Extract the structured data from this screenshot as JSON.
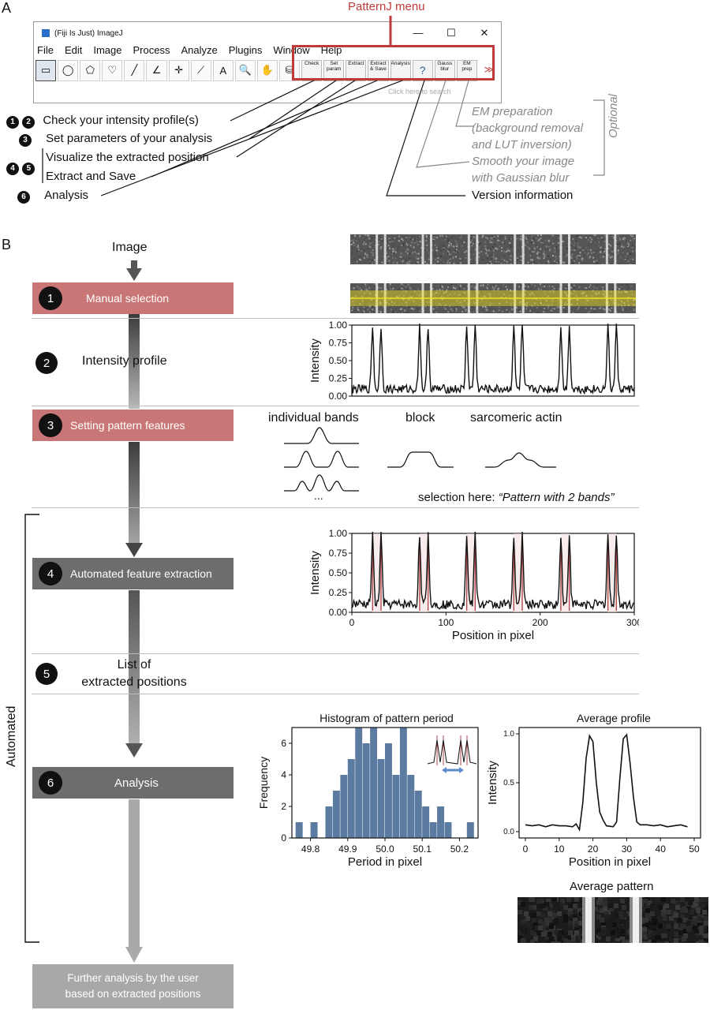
{
  "panel_a": {
    "letter": "A",
    "menu_callout": "PatternJ menu",
    "window": {
      "title": "(Fiji Is Just) ImageJ",
      "controls": [
        "—",
        "☐",
        "✕"
      ],
      "menus": [
        "File",
        "Edit",
        "Image",
        "Process",
        "Analyze",
        "Plugins",
        "Window",
        "Help"
      ],
      "tools": [
        "▭",
        "◯",
        "⬠",
        "♡",
        "╱",
        "∠",
        "✛",
        "⟋",
        "A",
        "🔍",
        "✋",
        "⛁"
      ],
      "plugin_tools": [
        "Check",
        "Set param",
        "Extract",
        "Extract & Save",
        "Analysis",
        "?",
        "Gauss blur",
        "EM prep",
        "≫"
      ],
      "search_placeholder": "Click here to search"
    },
    "labels": {
      "check": "Check your intensity profile(s)",
      "set": "Set parameters of your analysis",
      "visualize": "Visualize the extracted position",
      "extract": "Extract and Save",
      "analysis": "Analysis",
      "version": "Version information"
    },
    "numbers": {
      "n1": "1",
      "n2": "2",
      "n3": "3",
      "n4": "4",
      "n5": "5",
      "n6": "6"
    },
    "optional_notes": {
      "em1": "EM preparation",
      "em2": "(background removal",
      "em3": "and LUT inversion)",
      "gauss1": "Smooth your image",
      "gauss2": "with Gaussian blur",
      "optional": "Optional"
    }
  },
  "panel_b": {
    "letter": "B",
    "image_label": "Image",
    "automated_label": "Automated",
    "steps": [
      {
        "n": "1",
        "label": "Manual selection",
        "color": "#c97676"
      },
      {
        "n": "2",
        "label": "Intensity profile"
      },
      {
        "n": "3",
        "label": "Setting pattern features",
        "color": "#c97676"
      },
      {
        "n": "4",
        "label": "Automated feature extraction",
        "color": "#6d6d6d"
      },
      {
        "n": "5",
        "label1": "List of",
        "label2": "extracted positions"
      },
      {
        "n": "6",
        "label": "Analysis",
        "color": "#6d6d6d"
      }
    ],
    "further": {
      "line1": "Further analysis by the user",
      "line2": "based on extracted positions",
      "color": "#a8a8a8"
    },
    "pattern_types": {
      "bands": "individual bands",
      "block": "block",
      "actin": "sarcomeric actin",
      "ellipsis": "...",
      "selection_prefix": "selection here: ",
      "selection_value": "“Pattern with 2 bands”"
    },
    "highlight_color": "#f0e11e",
    "extraction_line_color": "#b5474b",
    "histogram_color": "#5b7ba1"
  },
  "chart_data": [
    {
      "type": "line",
      "name": "intensity-profile",
      "ylabel": "Intensity",
      "yticks": [
        "1.00",
        "0.75",
        "0.50",
        "0.25",
        "0.00"
      ],
      "ylim": [
        0,
        1
      ],
      "xlim": [
        0,
        300
      ],
      "peak_positions": [
        22,
        31,
        72,
        81,
        122,
        131,
        172,
        181,
        222,
        231,
        272,
        281
      ]
    },
    {
      "type": "line",
      "name": "extracted-profile",
      "ylabel": "Intensity",
      "xlabel": "Position in pixel",
      "yticks": [
        "1.00",
        "0.75",
        "0.50",
        "0.25",
        "0.00"
      ],
      "xticks": [
        "0",
        "100",
        "200",
        "300"
      ],
      "xlim": [
        0,
        300
      ],
      "ylim": [
        0,
        1
      ],
      "extracted_positions": [
        22,
        31,
        72,
        81,
        122,
        131,
        172,
        181,
        222,
        231,
        272,
        281
      ]
    },
    {
      "type": "bar",
      "title": "Histogram of pattern period",
      "xlabel": "Period in pixel",
      "ylabel": "Frequency",
      "xticks": [
        "49.8",
        "49.9",
        "50.0",
        "50.1",
        "50.2"
      ],
      "yticks": [
        "0",
        "2",
        "4",
        "6"
      ],
      "xlim": [
        49.75,
        50.25
      ],
      "ylim": [
        0,
        7
      ],
      "bin_width": 0.02,
      "bins": [
        49.77,
        49.79,
        49.81,
        49.83,
        49.85,
        49.87,
        49.89,
        49.91,
        49.93,
        49.95,
        49.97,
        49.99,
        50.01,
        50.03,
        50.05,
        50.07,
        50.09,
        50.11,
        50.13,
        50.15,
        50.17,
        50.19,
        50.21,
        50.23
      ],
      "values": [
        1,
        0,
        1,
        0,
        2,
        3,
        4,
        5,
        7,
        6,
        7,
        5,
        6,
        4,
        7,
        4,
        3,
        2,
        1,
        2,
        1,
        0,
        0,
        1
      ]
    },
    {
      "type": "line",
      "title": "Average profile",
      "xlabel": "Position in pixel",
      "ylabel": "Intensity",
      "xticks": [
        "0",
        "10",
        "20",
        "30",
        "40",
        "50"
      ],
      "yticks": [
        "1.0",
        "0.5",
        "0.0"
      ],
      "xlim": [
        0,
        50
      ],
      "ylim": [
        0,
        1
      ],
      "x": [
        0,
        2,
        4,
        6,
        8,
        10,
        12,
        14,
        15,
        16,
        17,
        18,
        19,
        20,
        21,
        22,
        23,
        24,
        26,
        27,
        28,
        29,
        30,
        31,
        32,
        33,
        34,
        36,
        38,
        40,
        42,
        44,
        46,
        48
      ],
      "y": [
        0.07,
        0.06,
        0.07,
        0.05,
        0.07,
        0.06,
        0.06,
        0.05,
        0.08,
        0.02,
        0.3,
        0.75,
        0.98,
        0.92,
        0.5,
        0.2,
        0.12,
        0.06,
        0.05,
        0.1,
        0.55,
        0.95,
        0.99,
        0.7,
        0.35,
        0.1,
        0.07,
        0.07,
        0.06,
        0.07,
        0.05,
        0.06,
        0.07,
        0.05
      ]
    },
    {
      "type": "heatmap",
      "title": "Average pattern"
    }
  ]
}
